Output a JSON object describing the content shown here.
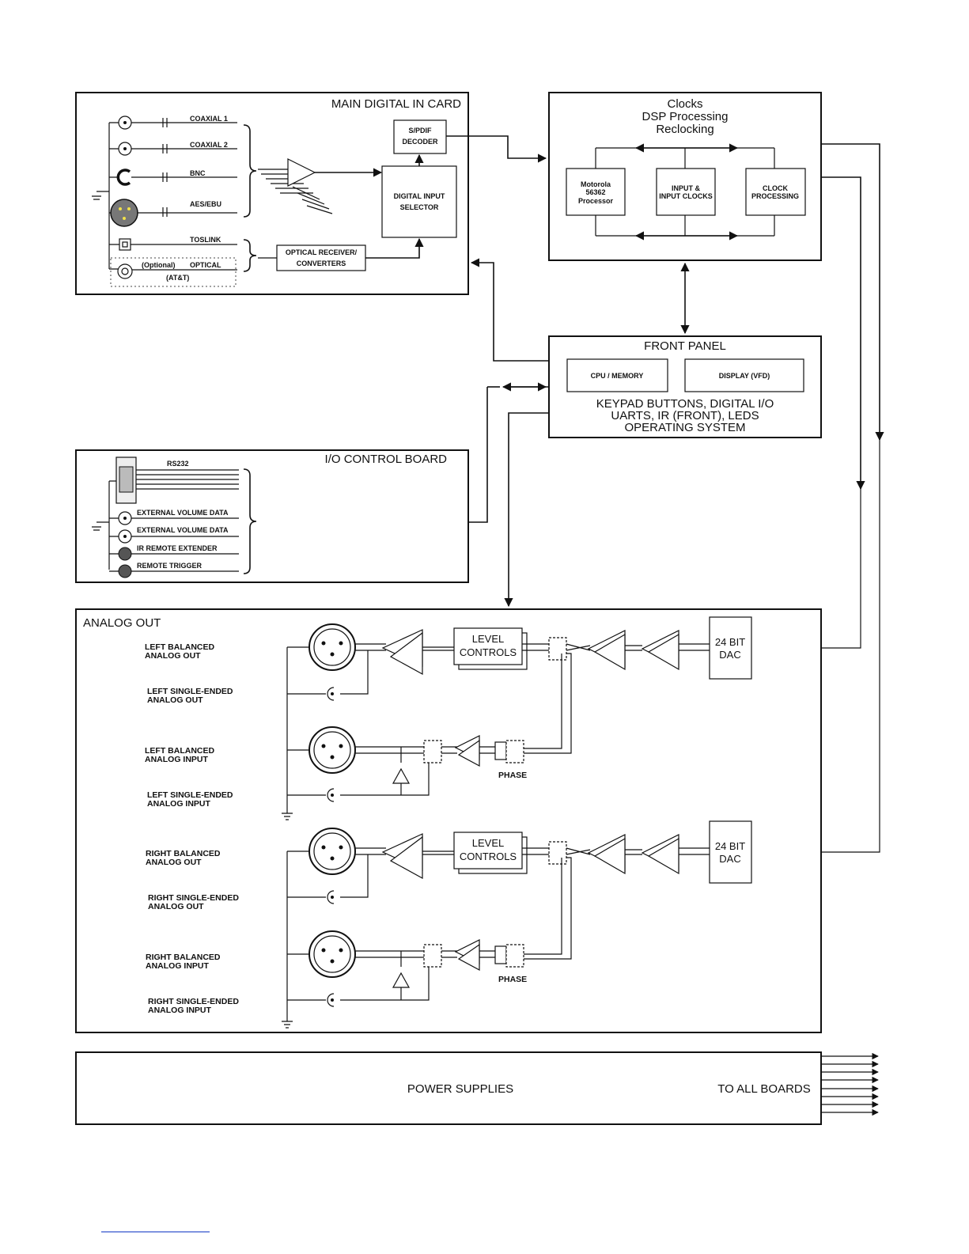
{
  "main_card": {
    "title": "MAIN DIGITAL IN CARD",
    "inputs": [
      "COAXIAL 1",
      "COAXIAL 2",
      "BNC",
      "AES/EBU",
      "TOSLINK",
      "OPTICAL"
    ],
    "optional": "(Optional)",
    "att": "(AT&T)",
    "spdif": [
      "S/PDIF",
      "DECODER"
    ],
    "selector": [
      "DIGITAL INPUT",
      "SELECTOR"
    ],
    "optical_rx": [
      "OPTICAL RECEIVER/",
      "CONVERTERS"
    ]
  },
  "dsp": {
    "title": [
      "Clocks",
      "DSP Processing",
      "Reclocking"
    ],
    "motorola": [
      "Motorola",
      "56362",
      "Processor"
    ],
    "input_clocks": [
      "INPUT &",
      "INPUT CLOCKS"
    ],
    "clock_proc": [
      "CLOCK",
      "PROCESSING"
    ]
  },
  "front_panel": {
    "title": "FRONT PANEL",
    "cpu": "CPU / MEMORY",
    "display": "DISPLAY (VFD)",
    "lines": [
      "KEYPAD BUTTONS, DIGITAL I/O",
      "UARTS, IR (FRONT), LEDS",
      "OPERATING SYSTEM"
    ]
  },
  "io_board": {
    "title": "I/O CONTROL BOARD",
    "rs232": "RS232",
    "items": [
      "EXTERNAL VOLUME DATA",
      "EXTERNAL VOLUME DATA",
      "IR REMOTE EXTENDER",
      "REMOTE TRIGGER"
    ]
  },
  "analog": {
    "title": "ANALOG OUT",
    "left_labels": [
      [
        "LEFT BALANCED",
        "ANALOG OUT"
      ],
      [
        "LEFT SINGLE-ENDED",
        "ANALOG OUT"
      ],
      [
        "LEFT BALANCED",
        "ANALOG INPUT"
      ],
      [
        "LEFT SINGLE-ENDED",
        "ANALOG INPUT"
      ]
    ],
    "right_labels": [
      [
        "RIGHT BALANCED",
        "ANALOG OUT"
      ],
      [
        "RIGHT SINGLE-ENDED",
        "ANALOG OUT"
      ],
      [
        "RIGHT BALANCED",
        "ANALOG INPUT"
      ],
      [
        "RIGHT SINGLE-ENDED",
        "ANALOG INPUT"
      ]
    ],
    "level": [
      "LEVEL",
      "CONTROLS"
    ],
    "dac": [
      "24 BIT",
      "DAC"
    ],
    "phase": "PHASE"
  },
  "power": {
    "title": "POWER SUPPLIES",
    "to_all": "TO ALL BOARDS"
  }
}
